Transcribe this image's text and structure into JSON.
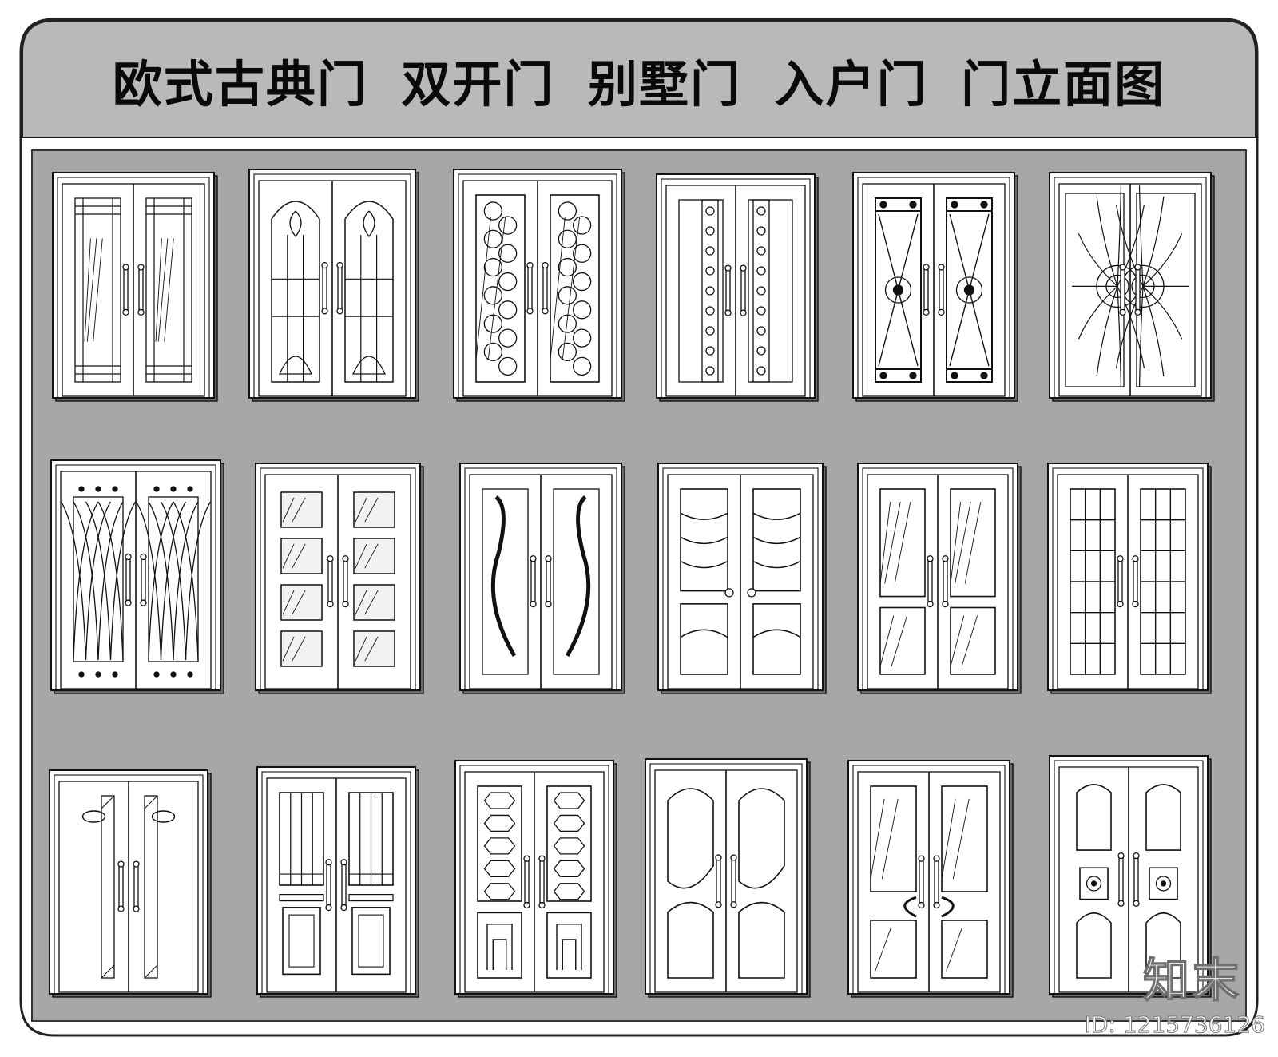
{
  "title": "欧式古典门 双开门  别墅门 入户门 门立面图",
  "brand_mark": "知末",
  "image_id": "ID: 1215736126",
  "colors": {
    "title_band": "#b9b9b9",
    "panel": "#a7a7a7",
    "stroke": "#111111",
    "door_fill": "#ffffff"
  },
  "doors": [
    {
      "motif": "grid-glass"
    },
    {
      "motif": "tulip-arch"
    },
    {
      "motif": "scroll-iron"
    },
    {
      "motif": "vine-strip"
    },
    {
      "motif": "flower-grille"
    },
    {
      "motif": "sunburst-glass"
    },
    {
      "motif": "leaf-arch"
    },
    {
      "motif": "six-panel-frosted"
    },
    {
      "motif": "swan-curve"
    },
    {
      "motif": "wave-panels"
    },
    {
      "motif": "two-panel-glass"
    },
    {
      "motif": "square-grid"
    },
    {
      "motif": "oval-lens"
    },
    {
      "motif": "plaid-upper"
    },
    {
      "motif": "octagon-lattice"
    },
    {
      "motif": "baroque-carved"
    },
    {
      "motif": "curve-divider-glass"
    },
    {
      "motif": "carved-knocker"
    }
  ]
}
